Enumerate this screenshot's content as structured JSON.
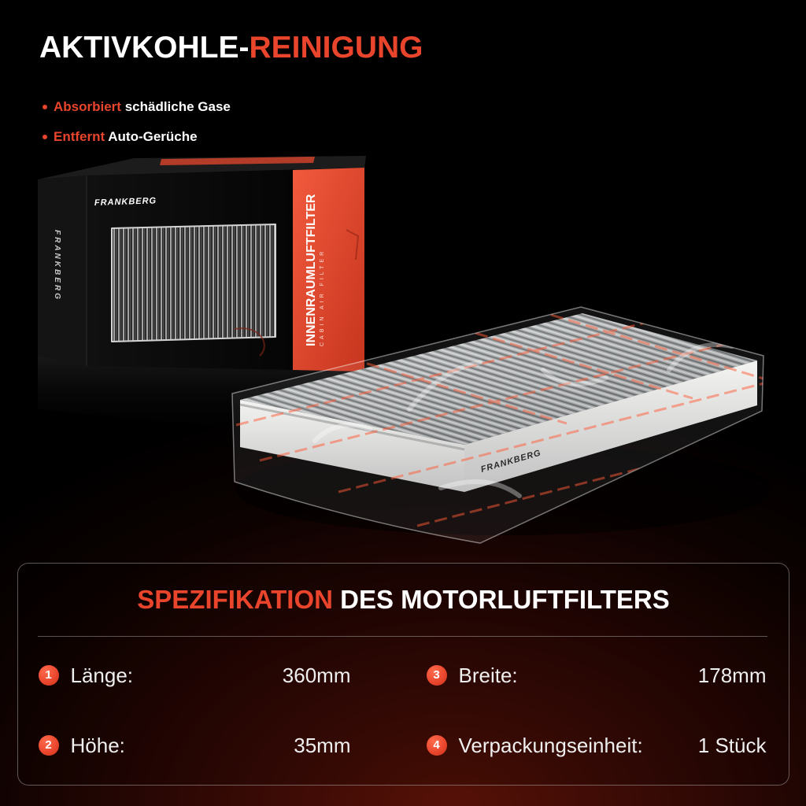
{
  "headline": {
    "part1": "AKTIVKOHLE-",
    "part2": "REINIGUNG"
  },
  "benefits": [
    {
      "highlight": "Absorbiert",
      "text": "schädliche Gase"
    },
    {
      "highlight": "Entfernt",
      "text": "Auto-Gerüche"
    }
  ],
  "product": {
    "brand_logo": "FRANKBERG",
    "box_label": "INNENRAUMLUFTFILTER",
    "box_sublabel": "CABIN AIR FILTER"
  },
  "spec_panel": {
    "title_highlight": "SPEZIFIKATION",
    "title_rest": "DES MOTORLUFTFILTERS",
    "items": [
      {
        "number": "1",
        "label": "Länge:",
        "value": "360mm"
      },
      {
        "number": "2",
        "label": "Höhe:",
        "value": "35mm"
      },
      {
        "number": "3",
        "label": "Breite:",
        "value": "178mm"
      },
      {
        "number": "4",
        "label": "Verpackungseinheit:",
        "value": "1 Stück"
      }
    ]
  },
  "colors": {
    "accent": "#e8452c",
    "text": "#ffffff",
    "background": "#000000",
    "glow": "#561107",
    "box_panel": "#e0452b"
  },
  "icons": {
    "bullet": "bullet-dot-icon",
    "spec_number": "number-badge-icon"
  }
}
